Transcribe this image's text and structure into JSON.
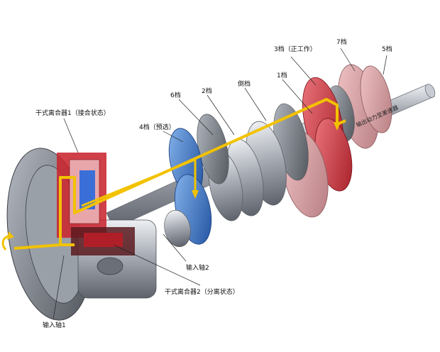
{
  "labels": {
    "gear3": "3档（正工作）",
    "gear7": "7档",
    "gear5": "5档",
    "gear1": "1档",
    "reverse": "倒档",
    "gear6": "6档",
    "gear2": "2档",
    "gear4": "4档（预选）",
    "clutch1": "干式离合器1（接合状态）",
    "input2": "输入轴2",
    "clutch2": "干式离合器2（分离状态）",
    "input1": "输入轴1",
    "output": "输出动力至差速器"
  },
  "colors": {
    "engaged_path": "#f2c200",
    "preselect_path": "#3b6fd8",
    "engaged_gear": "#d8323a",
    "preselect_gear": "#2f6fc4"
  }
}
